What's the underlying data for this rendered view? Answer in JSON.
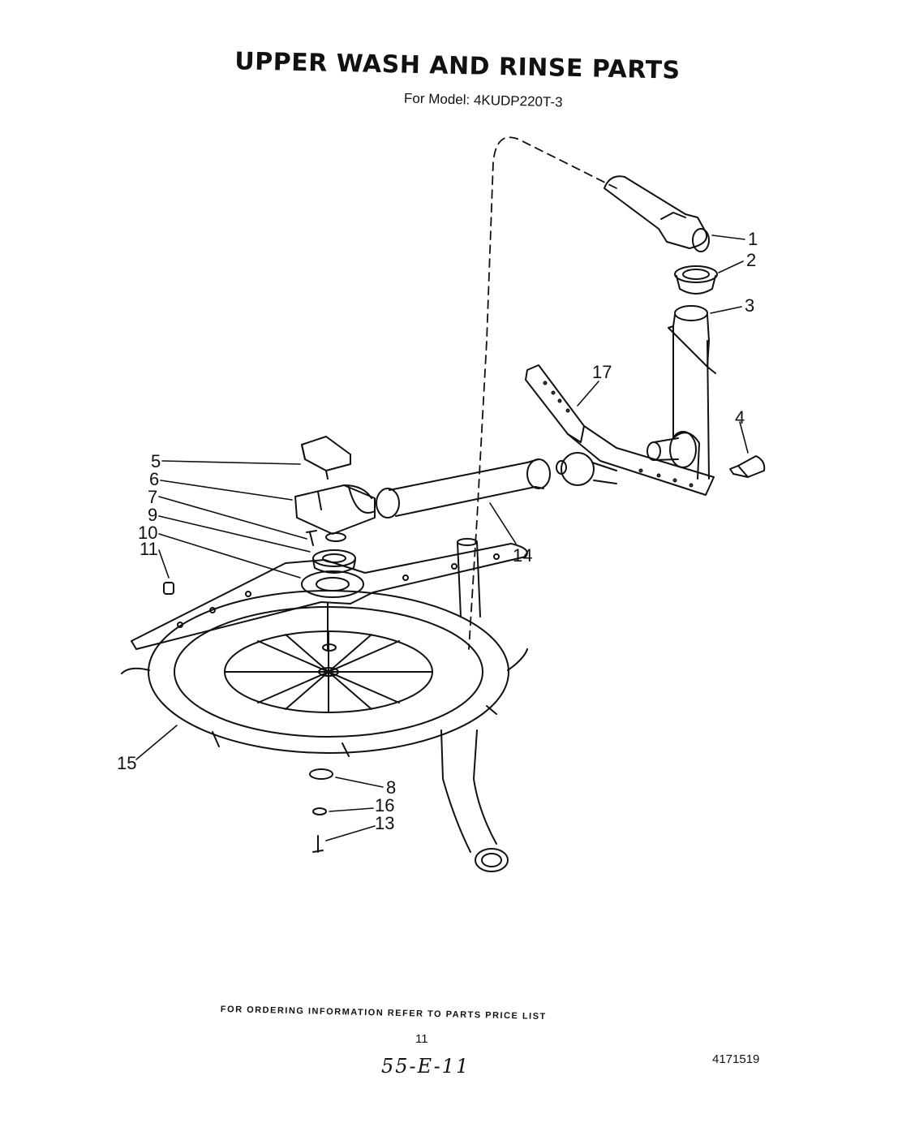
{
  "title": "UPPER WASH AND RINSE PARTS",
  "subtitle": "For Model: 4KUDP220T-3",
  "callouts": [
    {
      "id": "c1",
      "label": "1"
    },
    {
      "id": "c2",
      "label": "2"
    },
    {
      "id": "c3",
      "label": "3"
    },
    {
      "id": "c4",
      "label": "4"
    },
    {
      "id": "c5",
      "label": "5"
    },
    {
      "id": "c6",
      "label": "6"
    },
    {
      "id": "c7",
      "label": "7"
    },
    {
      "id": "c9",
      "label": "9"
    },
    {
      "id": "c10",
      "label": "10"
    },
    {
      "id": "c11",
      "label": "11"
    },
    {
      "id": "c14",
      "label": "14"
    },
    {
      "id": "c15",
      "label": "15"
    },
    {
      "id": "c8",
      "label": "8"
    },
    {
      "id": "c16",
      "label": "16"
    },
    {
      "id": "c13",
      "label": "13"
    },
    {
      "id": "c17",
      "label": "17"
    }
  ],
  "footer": "FOR ORDERING INFORMATION REFER TO PARTS PRICE LIST",
  "page_number": "11",
  "handwritten_note": "55-E-11",
  "document_number": "4171519"
}
